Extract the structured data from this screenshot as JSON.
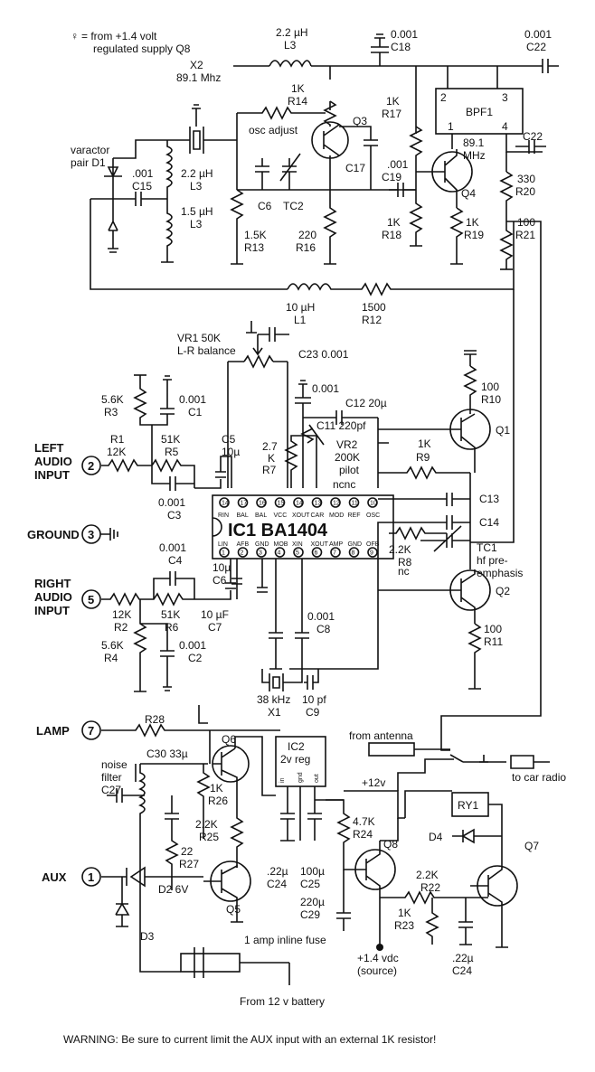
{
  "note": {
    "symbol": "♀",
    "line1": "= from +1.4 volt",
    "line2": "regulated supply Q8"
  },
  "inputs": {
    "left": {
      "number": "2",
      "line1": "LEFT",
      "line2": "AUDIO",
      "line3": "INPUT"
    },
    "ground": {
      "number": "3",
      "label": "GROUND"
    },
    "right": {
      "number": "5",
      "line1": "RIGHT",
      "line2": "AUDIO",
      "line3": "INPUT"
    },
    "lamp": {
      "number": "7",
      "label": "LAMP"
    },
    "aux": {
      "number": "1",
      "label": "AUX"
    }
  },
  "ic1": {
    "label": "IC1 BA1404",
    "top_pins": [
      "14",
      "17",
      "16",
      "15",
      "14",
      "13",
      "12",
      "11",
      "10"
    ],
    "top_names": [
      "RIN",
      "BAL",
      "BAL",
      "VCC",
      "XOUT",
      "CAR",
      "MOD",
      "REF",
      "OSC"
    ],
    "bottom_pins": [
      "1",
      "2",
      "3",
      "4",
      "5",
      "6",
      "7",
      "8",
      "9"
    ],
    "bottom_names": [
      "LIN",
      "AFB",
      "GND",
      "MOB",
      "XIN",
      "XOUT",
      "AMP",
      "GND",
      "OFB"
    ],
    "ncnc": "ncnc",
    "nc": "nc"
  },
  "ic2": {
    "line1": "IC2",
    "line2": "2v reg",
    "pin1": "in",
    "pin2": "gnd",
    "pin3": "out"
  },
  "components": {
    "L3a": {
      "value": "2.2 µH",
      "ref": "L3"
    },
    "C18": {
      "value": "0.001",
      "ref": "C18"
    },
    "C22a": {
      "value": "0.001",
      "ref": "C22"
    },
    "X2": {
      "ref": "X2",
      "value": "89.1 Mhz"
    },
    "R14": {
      "value": "1K",
      "ref": "R14"
    },
    "osc_adjust": "osc adjust",
    "Q3": "Q3",
    "R17": {
      "value": "1K",
      "ref": "R17"
    },
    "BPF1": {
      "ref": "BPF1",
      "p1": "1",
      "p2": "2",
      "p3": "3",
      "p4": "4"
    },
    "freq": {
      "line1": "89.1",
      "line2": "MHz"
    },
    "C22b": "C22",
    "varactor": {
      "line1": "varactor",
      "line2": "pair D1"
    },
    "C15": {
      "value": ".001",
      "ref": "C15"
    },
    "L3b": {
      "value": "2.2 µH",
      "ref": "L3"
    },
    "L3c": {
      "value": "1.5 µH",
      "ref": "L3"
    },
    "C6top": "C6",
    "TC2": "TC2",
    "C17": "C17",
    "C19": {
      "value": ".001",
      "ref": "C19"
    },
    "Q4": "Q4",
    "R20": {
      "value": "330",
      "ref": "R20"
    },
    "R13": {
      "value": "1.5K",
      "ref": "R13"
    },
    "R16": {
      "value": "220",
      "ref": "R16"
    },
    "R18": {
      "value": "1K",
      "ref": "R18"
    },
    "R19": {
      "value": "1K",
      "ref": "R19"
    },
    "R21": {
      "value": "100",
      "ref": "R21"
    },
    "L1": {
      "value": "10 µH",
      "ref": "L1"
    },
    "R12": {
      "value": "1500",
      "ref": "R12"
    },
    "VR1": {
      "line1": "VR1  50K",
      "line2": "L-R balance"
    },
    "C23": "C23 0.001",
    "R3": {
      "value": "5.6K",
      "ref": "R3"
    },
    "C1": {
      "value": "0.001",
      "ref": "C1"
    },
    "R1": {
      "ref": "R1",
      "value": "12K"
    },
    "R5": {
      "value": "51K",
      "ref": "R5"
    },
    "C5": {
      "ref": "C5",
      "value": "10µ"
    },
    "C3": {
      "value": "0.001",
      "ref": "C3"
    },
    "C11top": "0.001",
    "C12": "C12  20µ",
    "C11": "C11  220pf",
    "R7": {
      "line1": "2.7",
      "line2": "K",
      "ref": "R7"
    },
    "VR2": {
      "ref": "VR2",
      "value": "200K",
      "desc": "pilot"
    },
    "R10": {
      "value": "100",
      "ref": "R10"
    },
    "Q1": "Q1",
    "R9": {
      "value": "1K",
      "ref": "R9"
    },
    "C13": "C13",
    "C14": "C14",
    "R8": {
      "value": "2.2K",
      "ref": "R8"
    },
    "TC1": {
      "ref": "TC1",
      "line1": "hf pre-",
      "line2": "emphasis"
    },
    "Q2": "Q2",
    "R11": {
      "value": "100",
      "ref": "R11"
    },
    "C4": {
      "value": "0.001",
      "ref": "C4"
    },
    "C6": {
      "value": "10µ",
      "ref": "C6"
    },
    "C7": {
      "value": "10 µF",
      "ref": "C7"
    },
    "R2": {
      "value": "12K",
      "ref": "R2"
    },
    "R6": {
      "value": "51K",
      "ref": "R6"
    },
    "R4": {
      "value": "5.6K",
      "ref": "R4"
    },
    "C2": {
      "value": "0.001",
      "ref": "C2"
    },
    "C8": {
      "value": "0.001",
      "ref": "C8"
    },
    "X1": {
      "value": "38 kHz",
      "ref": "X1"
    },
    "C9": {
      "value": "10 pf",
      "ref": "C9"
    },
    "R28": "R28",
    "C30": "C30  33µ",
    "Q6": "Q6",
    "from_antenna": "from antenna",
    "to_car_radio": "to car radio",
    "noise_filter": {
      "line1": "noise",
      "line2": "filter",
      "ref": "C27"
    },
    "R26": {
      "value": "1K",
      "ref": "R26"
    },
    "plus12": "+12v",
    "RY1": "RY1",
    "D4": "D4",
    "R25": {
      "value": "2.2K",
      "ref": "R25"
    },
    "R24": {
      "value": "4.7K",
      "ref": "R24"
    },
    "Q8": "Q8",
    "Q7": "Q7",
    "R27": {
      "value": "22",
      "ref": "R27"
    },
    "D2": "D2 6V",
    "Q5": "Q5",
    "C24a": {
      "value": ".22µ",
      "ref": "C24"
    },
    "C25": {
      "value": "100µ",
      "ref": "C25"
    },
    "C29": {
      "value": "220µ",
      "ref": "C29"
    },
    "R22": {
      "value": "2.2K",
      "ref": "R22"
    },
    "R23": {
      "value": "1K",
      "ref": "R23"
    },
    "D3": "D3",
    "fuse": "1 amp inline fuse",
    "source": {
      "line1": "+1.4 vdc",
      "line2": "(source)"
    },
    "C24b": {
      "value": ".22µ",
      "ref": "C24"
    },
    "battery": "From 12 v battery"
  },
  "warning": "WARNING: Be sure to current limit the AUX input with an external 1K resistor!"
}
